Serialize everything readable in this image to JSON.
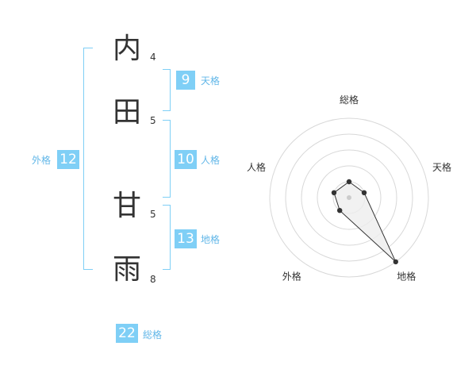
{
  "name": {
    "chars": [
      {
        "char": "内",
        "strokes": "4"
      },
      {
        "char": "田",
        "strokes": "5"
      },
      {
        "char": "甘",
        "strokes": "5"
      },
      {
        "char": "雨",
        "strokes": "8"
      }
    ]
  },
  "fortune": {
    "tenkaku": {
      "label": "天格",
      "value": "9"
    },
    "jinkaku": {
      "label": "人格",
      "value": "10"
    },
    "chikaku": {
      "label": "地格",
      "value": "13"
    },
    "gaikaku": {
      "label": "外格",
      "value": "12"
    },
    "soukaku": {
      "label": "総格",
      "value": "22"
    }
  },
  "chart_data": {
    "type": "radar",
    "axes": [
      "総格",
      "天格",
      "地格",
      "外格",
      "人格"
    ],
    "values": [
      1,
      1,
      5,
      1,
      1
    ],
    "rmax": 5,
    "rings": 5,
    "colors": {
      "ring": "#d8d8d8",
      "line": "#333333",
      "fill": "#eeeeee",
      "point": "#333333"
    }
  },
  "colors": {
    "accent": "#7fcff6",
    "label": "#62b7e8",
    "text": "#333333"
  }
}
